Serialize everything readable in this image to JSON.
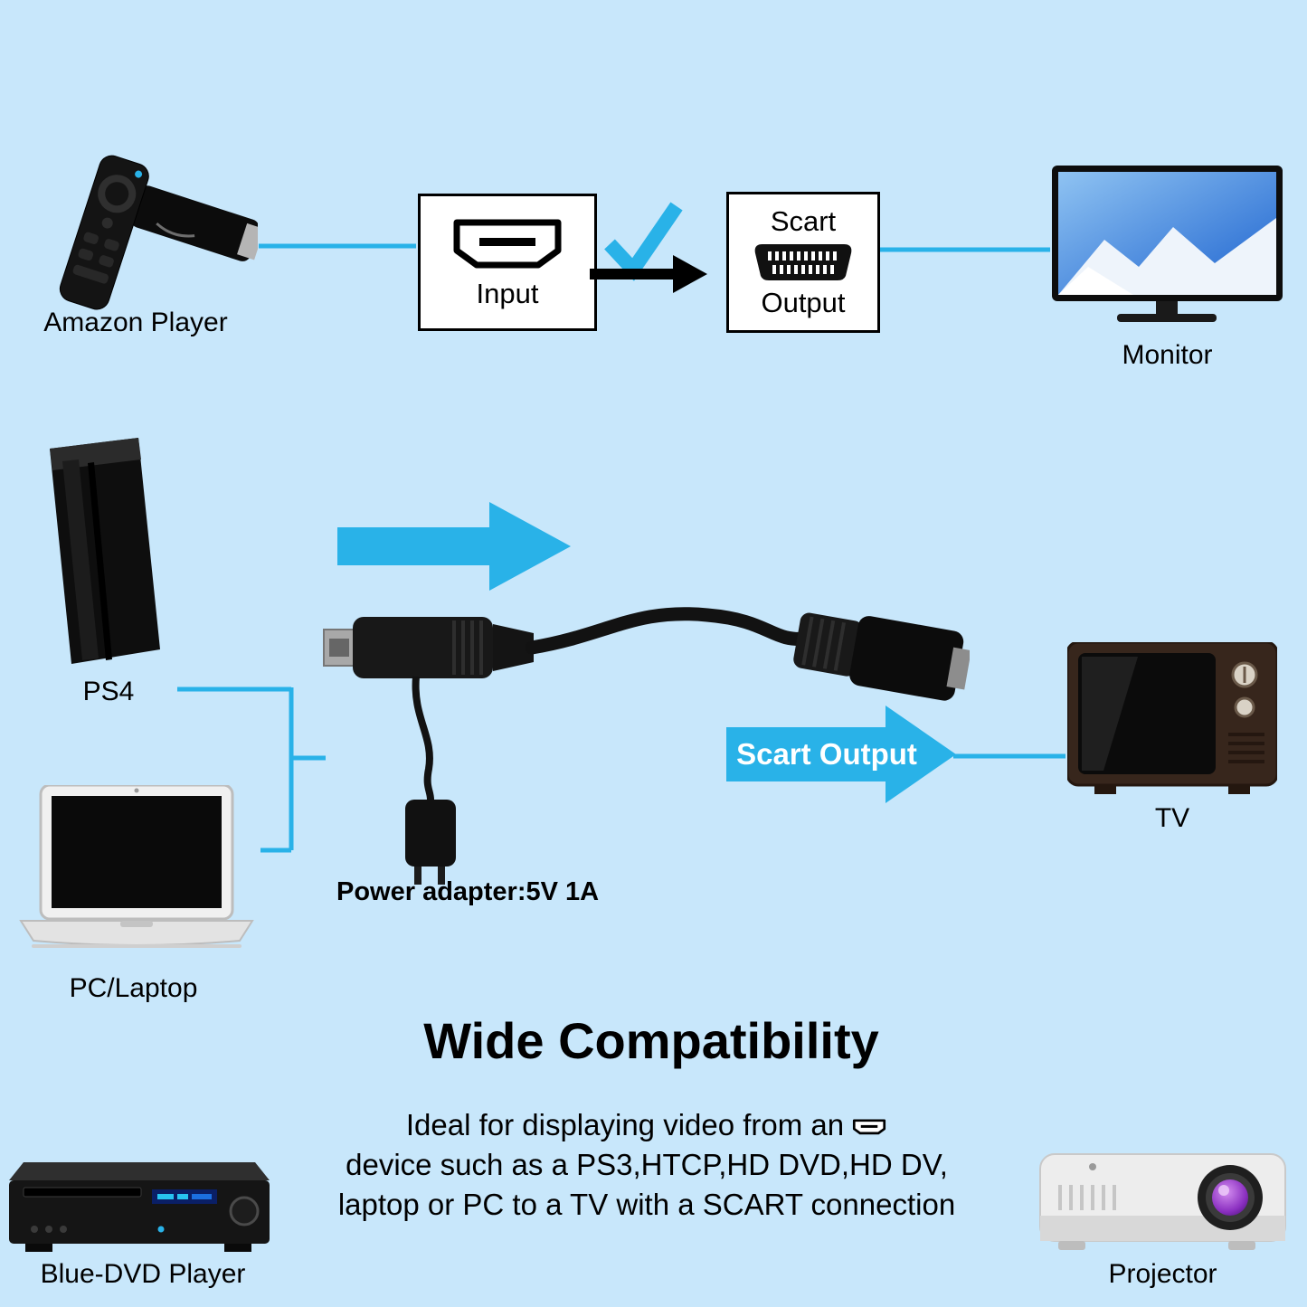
{
  "page": {
    "background_color": "#c8e7fb",
    "accent_color": "#29b2e8"
  },
  "left_devices": [
    {
      "id": "amazon-player",
      "label": "Amazon Player"
    },
    {
      "id": "ps4",
      "label": "PS4"
    },
    {
      "id": "pc-laptop",
      "label": "PC/Laptop"
    },
    {
      "id": "blue-dvd-player",
      "label": "Blue-DVD Player"
    }
  ],
  "right_devices": [
    {
      "id": "monitor",
      "label": "Monitor"
    },
    {
      "id": "tv",
      "label": "TV"
    },
    {
      "id": "projector",
      "label": "Projector"
    }
  ],
  "converter": {
    "input_label": "Input",
    "scart_title": "Scart",
    "output_label": "Output",
    "scart_output_banner": "Scart Output",
    "power_adapter_label": "Power adapter:5V 1A"
  },
  "info": {
    "title": "Wide Compatibility",
    "body_line1": "Ideal for displaying video from an",
    "body_line2": "device such as a PS3,HTCP,HD DVD,HD DV,",
    "body_line3": "laptop or PC to a TV with a SCART connection"
  }
}
